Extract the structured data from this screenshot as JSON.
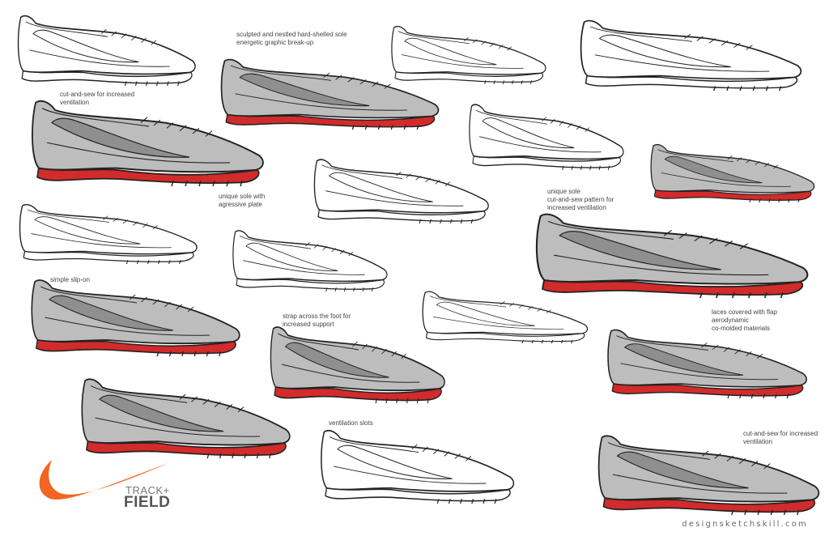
{
  "brand": {
    "track": "TRACK+",
    "field": "FIELD",
    "swoosh_color": "#f26522"
  },
  "site_credit": "designsketchskill.com",
  "colors": {
    "sole_red": "#d22b2b",
    "panel_gray": "#bdbdbd",
    "panel_dark": "#8f8f8f",
    "ink": "#222222"
  },
  "notes": [
    "sculpted and nestled hard-shelled sole\nenergetic graphic break-up",
    "cut-and-sew for increased\nventilation",
    "unique sole with\nagressive plate",
    "unique sole\ncut-and-sew pattern for\nincreased ventilation",
    "simple slip-on",
    "strap across the foot for\nincreased support",
    "laces covered with flap\naerodynamic\nco-molded materials",
    "ventilation slots",
    "cut-and-sew for increased\nventilation"
  ],
  "sketches": [
    {
      "style": "outline"
    },
    {
      "style": "color"
    },
    {
      "style": "outline"
    },
    {
      "style": "outline"
    },
    {
      "style": "color"
    },
    {
      "style": "outline"
    },
    {
      "style": "outline"
    },
    {
      "style": "color"
    },
    {
      "style": "outline"
    },
    {
      "style": "outline"
    },
    {
      "style": "color"
    },
    {
      "style": "color"
    },
    {
      "style": "outline"
    },
    {
      "style": "color"
    },
    {
      "style": "color"
    },
    {
      "style": "color"
    },
    {
      "style": "outline"
    },
    {
      "style": "color"
    }
  ]
}
